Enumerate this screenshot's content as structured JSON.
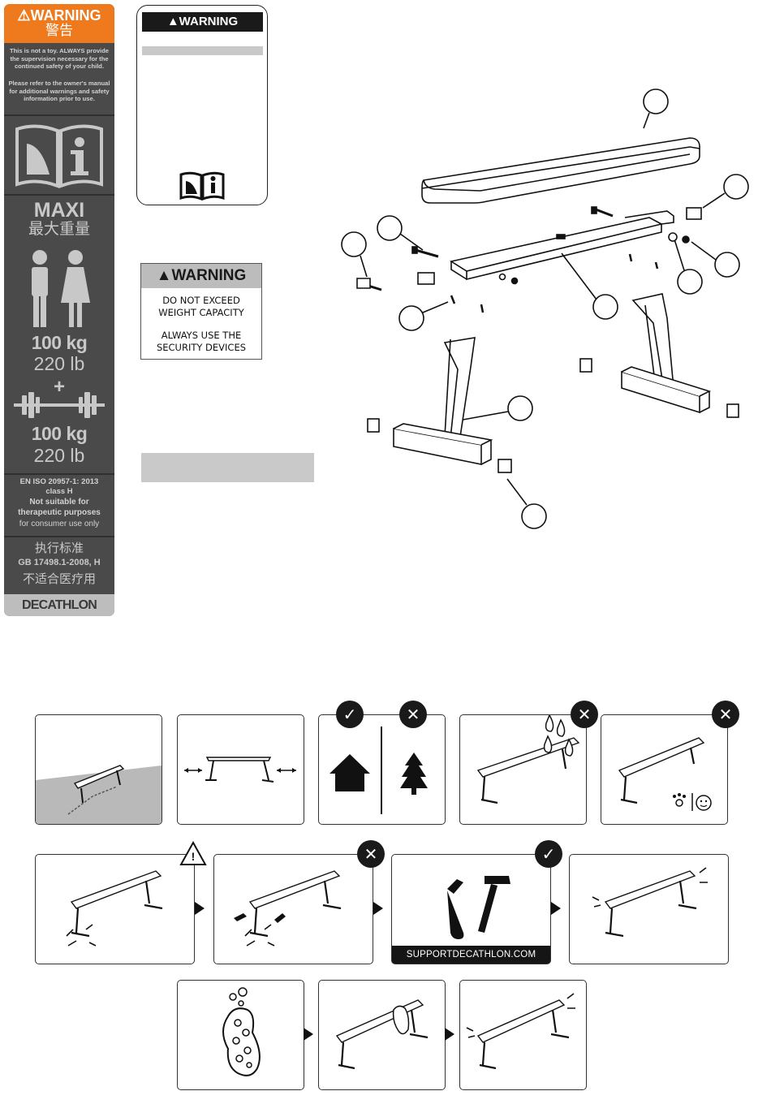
{
  "label": {
    "warning": "WARNING",
    "warning_cn": "警告",
    "toy_text": "This is not a toy. ALWAYS provide the supervision necessary for the continued safety of your child.",
    "manual_text": "Please refer to the owner's manual for additional warnings and safety information prior to use.",
    "maxi": "MAXI",
    "maxi_cn": "最大重量",
    "user_kg": "100 kg",
    "user_lb": "220 lb",
    "plus": "+",
    "load_kg": "100 kg",
    "load_lb": "220 lb",
    "standard": "EN ISO 20957-1: 2013",
    "class": "class H",
    "not_suitable": "Not suitable for therapeutic purposes",
    "consumer": "for consumer use only",
    "cn_standard": "执行标准",
    "gb": "GB 17498.1-2008, H",
    "cn_not_medical": "不适合医疗用",
    "brand": "DECATHLON"
  },
  "card": {
    "title": "WARNING"
  },
  "warning_box": {
    "title": "WARNING",
    "line1": "DO NOT EXCEED",
    "line2": "WEIGHT CAPACITY",
    "line3": "ALWAYS USE THE",
    "line4": "SECURITY DEVICES"
  },
  "badges": {
    "check": "✓",
    "cross": "✕",
    "caution": "!"
  },
  "support": "SUPPORTDECATHLON.COM",
  "colors": {
    "label_bg": "#4a4a4a",
    "label_header": "#ee7a1d",
    "label_footer": "#bdbdbd",
    "grey_bar": "#c9c9c9"
  }
}
